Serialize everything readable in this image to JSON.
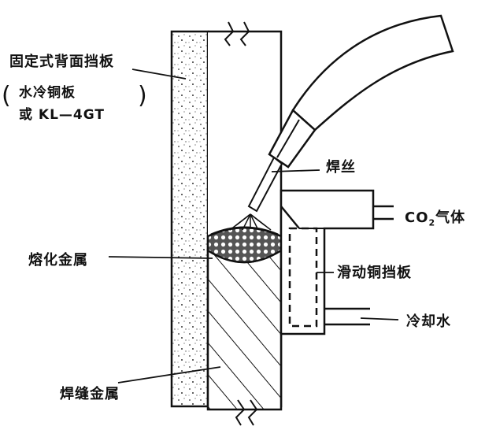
{
  "labels": {
    "backing_plate_title": "固定式背面挡板",
    "backing_plate_paren_open": "(",
    "backing_plate_material_1": "水冷铜板",
    "backing_plate_material_2": "或 KL—4GT",
    "backing_plate_paren_close": ")",
    "welding_wire": "焊丝",
    "co2_gas_prefix": "CO",
    "co2_gas_subscript": "2",
    "co2_gas_suffix": "气体",
    "molten_metal": "熔化金属",
    "sliding_copper_plate": "滑动铜挡板",
    "cooling_water": "冷却水",
    "weld_metal": "焊缝金属"
  },
  "colors": {
    "ink": "#111111",
    "background": "#ffffff",
    "dot_fill": "#cfcfcf"
  }
}
